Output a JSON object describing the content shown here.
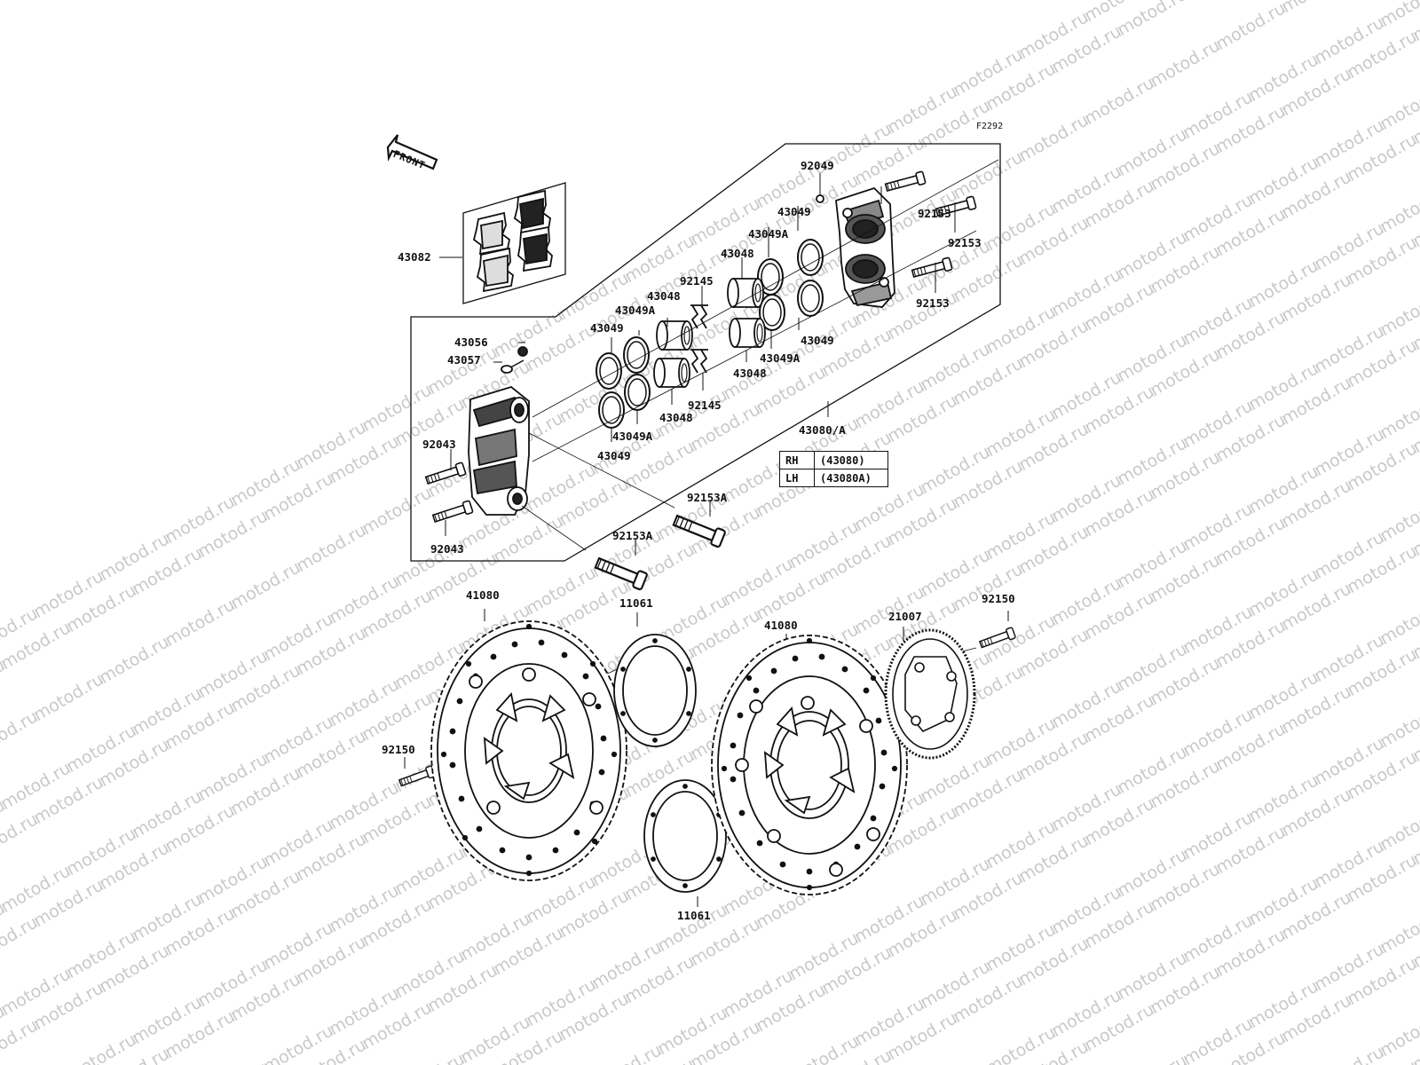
{
  "watermark": {
    "text": "motod.ru"
  },
  "figure": {
    "code": "F2292"
  },
  "front_arrow": {
    "label": "FRONT"
  },
  "part_labels": [
    {
      "id": "lbl-43082",
      "text": "43082"
    },
    {
      "id": "lbl-92049",
      "text": "92049"
    },
    {
      "id": "lbl-92153-a",
      "text": "92153"
    },
    {
      "id": "lbl-92153-b",
      "text": "92153"
    },
    {
      "id": "lbl-92153-c",
      "text": "92153"
    },
    {
      "id": "lbl-43049-top",
      "text": "43049"
    },
    {
      "id": "lbl-43049a-top",
      "text": "43049A"
    },
    {
      "id": "lbl-43048-top",
      "text": "43048"
    },
    {
      "id": "lbl-92145-top",
      "text": "92145"
    },
    {
      "id": "lbl-43049a-mid",
      "text": "43049A"
    },
    {
      "id": "lbl-43048-mid",
      "text": "43048"
    },
    {
      "id": "lbl-43049-mid",
      "text": "43049"
    },
    {
      "id": "lbl-43049-right",
      "text": "43049"
    },
    {
      "id": "lbl-43049a-right",
      "text": "43049A"
    },
    {
      "id": "lbl-43048-right",
      "text": "43048"
    },
    {
      "id": "lbl-43056",
      "text": "43056"
    },
    {
      "id": "lbl-43057",
      "text": "43057"
    },
    {
      "id": "lbl-92145-bot",
      "text": "92145"
    },
    {
      "id": "lbl-43048-bot",
      "text": "43048"
    },
    {
      "id": "lbl-43049a-bot",
      "text": "43049A"
    },
    {
      "id": "lbl-43049-bot",
      "text": "43049"
    },
    {
      "id": "lbl-43080",
      "text": "43080/A"
    },
    {
      "id": "lbl-92043-a",
      "text": "92043"
    },
    {
      "id": "lbl-92043-b",
      "text": "92043"
    },
    {
      "id": "lbl-92153a-a",
      "text": "92153A"
    },
    {
      "id": "lbl-92153a-b",
      "text": "92153A"
    },
    {
      "id": "lbl-41080-left",
      "text": "41080"
    },
    {
      "id": "lbl-11061-top",
      "text": "11061"
    },
    {
      "id": "lbl-41080-right",
      "text": "41080"
    },
    {
      "id": "lbl-21007",
      "text": "21007"
    },
    {
      "id": "lbl-92150-right",
      "text": "92150"
    },
    {
      "id": "lbl-92150-left",
      "text": "92150"
    },
    {
      "id": "lbl-11061-bot",
      "text": "11061"
    }
  ],
  "variant_table": {
    "rows": [
      {
        "side": "RH",
        "code": "(43080)"
      },
      {
        "side": "LH",
        "code": "(43080A)"
      }
    ]
  }
}
